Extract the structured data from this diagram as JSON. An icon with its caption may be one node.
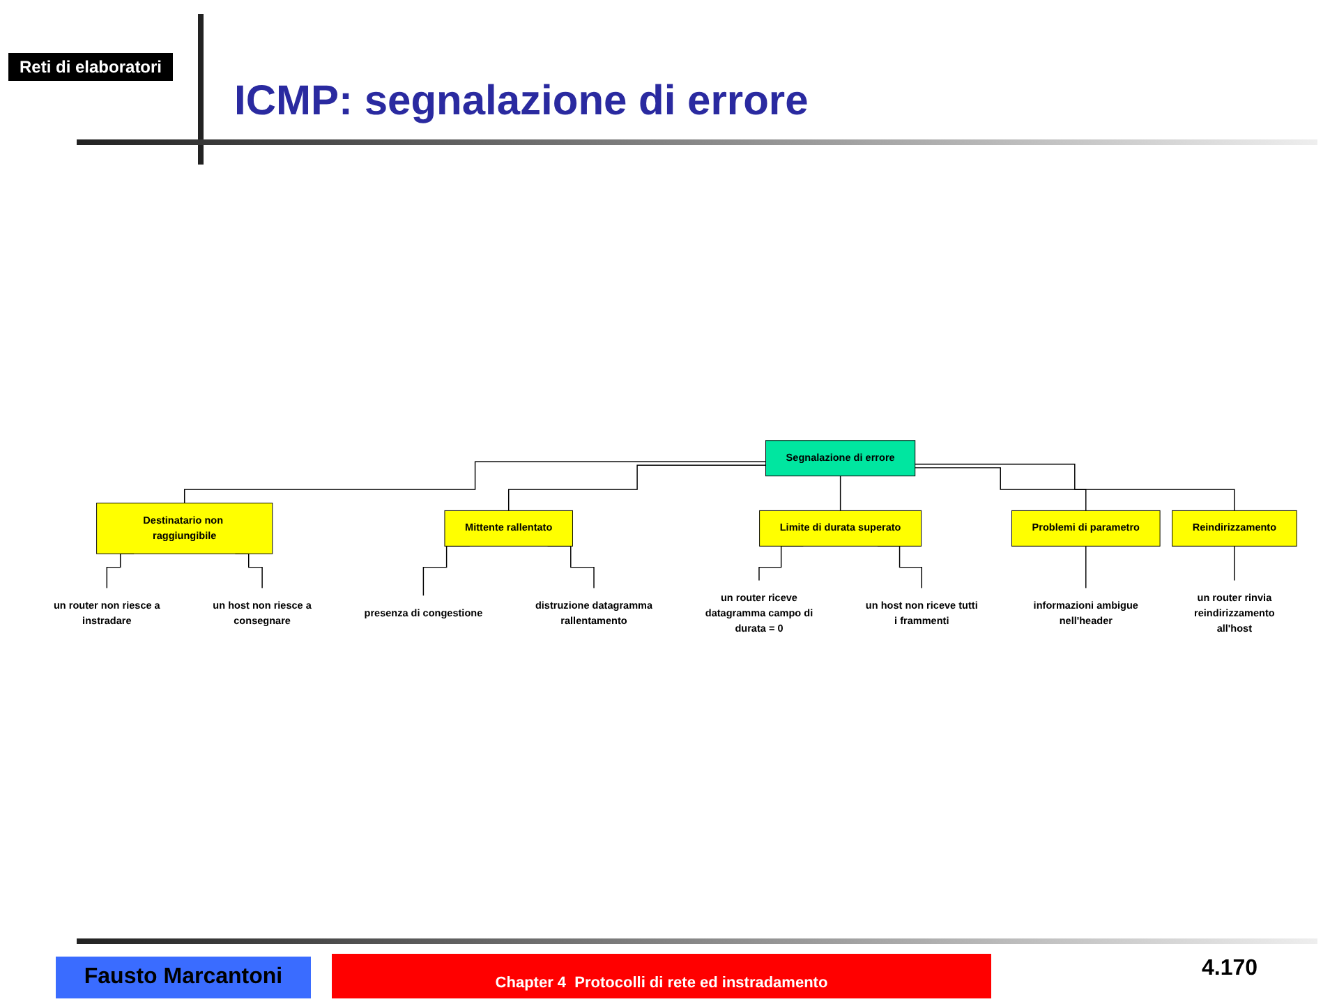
{
  "diagram": {
    "title": "ICMP: segnalazione di errore",
    "nodes": [
      {
        "text": [
          "Segnalazione di errore"
        ]
      },
      {
        "text": [
          "Destinatario non raggiungibile"
        ]
      },
      {
        "text": [
          "Mittente rallentato"
        ]
      },
      {
        "text": [
          "Limite di durata superato"
        ]
      },
      {
        "text": [
          "Problemi di parametro"
        ]
      },
      {
        "text": [
          "Reindirizzamento"
        ]
      },
      {
        "text": [
          "un router non riesce a instradare"
        ]
      },
      {
        "text": [
          "un host non riesce a consegnare"
        ]
      },
      {
        "text": [
          "presenza di congestione"
        ]
      },
      {
        "text": [
          "distruzione datagramma rallentamento"
        ]
      },
      {
        "text": [
          "un router riceve datagramma campo di durata = 0"
        ]
      },
      {
        "text": [
          "un host non riceve tutti i frammenti"
        ]
      },
      {
        "text": [
          "informazioni ambigue nell'header"
        ]
      },
      {
        "text": [
          "un router rinvia reindirizzamento all'host"
        ]
      }
    ],
    "edges": [
      {
        "from": 0,
        "to": 1,
        "arrow": "none"
      },
      {
        "from": 0,
        "to": 2,
        "arrow": "none"
      },
      {
        "from": 0,
        "to": 3,
        "arrow": "none"
      },
      {
        "from": 0,
        "to": 4,
        "arrow": "none"
      },
      {
        "from": 0,
        "to": 5,
        "arrow": "none"
      },
      {
        "from": 1,
        "to": 6,
        "arrow": "none"
      },
      {
        "from": 1,
        "to": 7,
        "arrow": "none"
      },
      {
        "from": 2,
        "to": 8,
        "arrow": "none"
      },
      {
        "from": 2,
        "to": 9,
        "arrow": "none"
      },
      {
        "from": 3,
        "to": 10,
        "arrow": "none"
      },
      {
        "from": 3,
        "to": 11,
        "arrow": "none"
      },
      {
        "from": 4,
        "to": 12,
        "arrow": "none"
      },
      {
        "from": 5,
        "to": 13,
        "arrow": "none"
      }
    ],
    "labels": [
      "Reti di elaboratori",
      "Fausto Marcantoni",
      "Chapter 4  Protocolli di rete ed instradamento",
      "4.170"
    ]
  }
}
